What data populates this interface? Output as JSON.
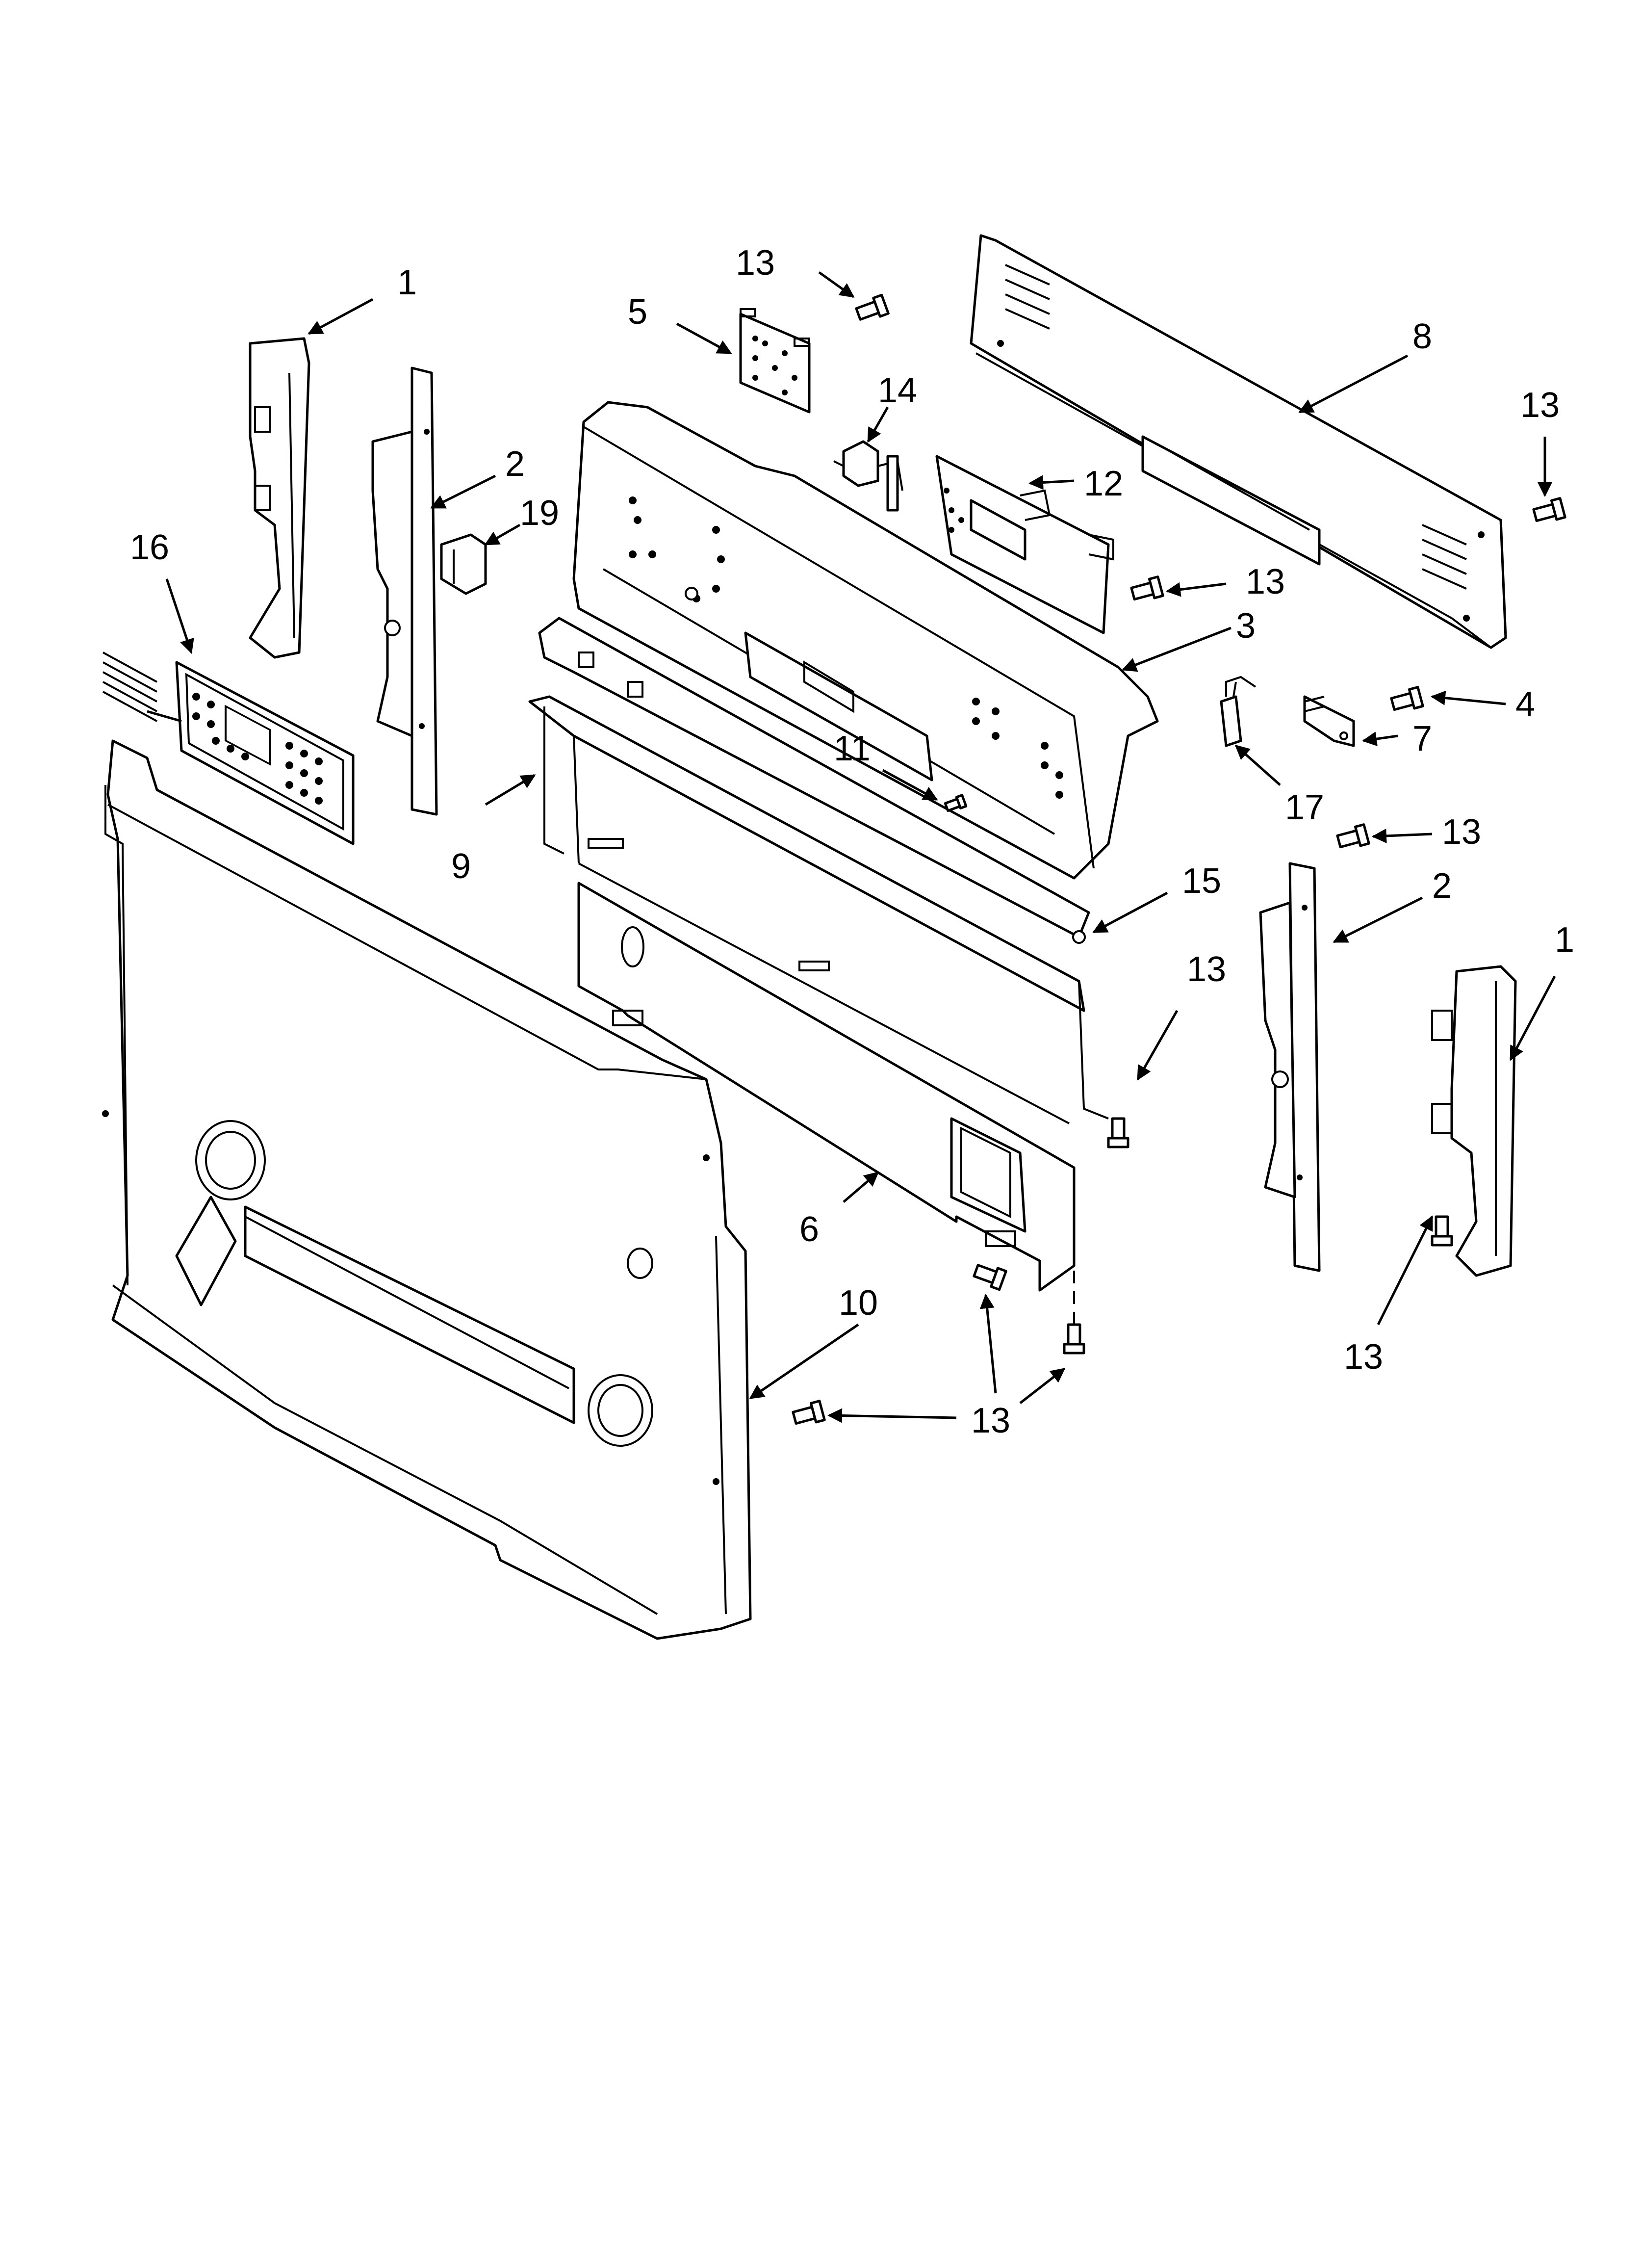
{
  "callouts": {
    "c1_left": "1",
    "c1_right": "1",
    "c2_left": "2",
    "c2_right": "2",
    "c3": "3",
    "c4": "4",
    "c5": "5",
    "c6": "6",
    "c7": "7",
    "c8": "8",
    "c9": "9",
    "c10": "10",
    "c11": "11",
    "c12": "12",
    "c13_top": "13",
    "c13_upper_right": "13",
    "c13_board": "13",
    "c13_bracket": "13",
    "c13_hood": "13",
    "c13_lower_right": "13",
    "c13_bottom": "13",
    "c14": "14",
    "c15": "15",
    "c16": "16",
    "c17": "17",
    "c19": "19"
  }
}
